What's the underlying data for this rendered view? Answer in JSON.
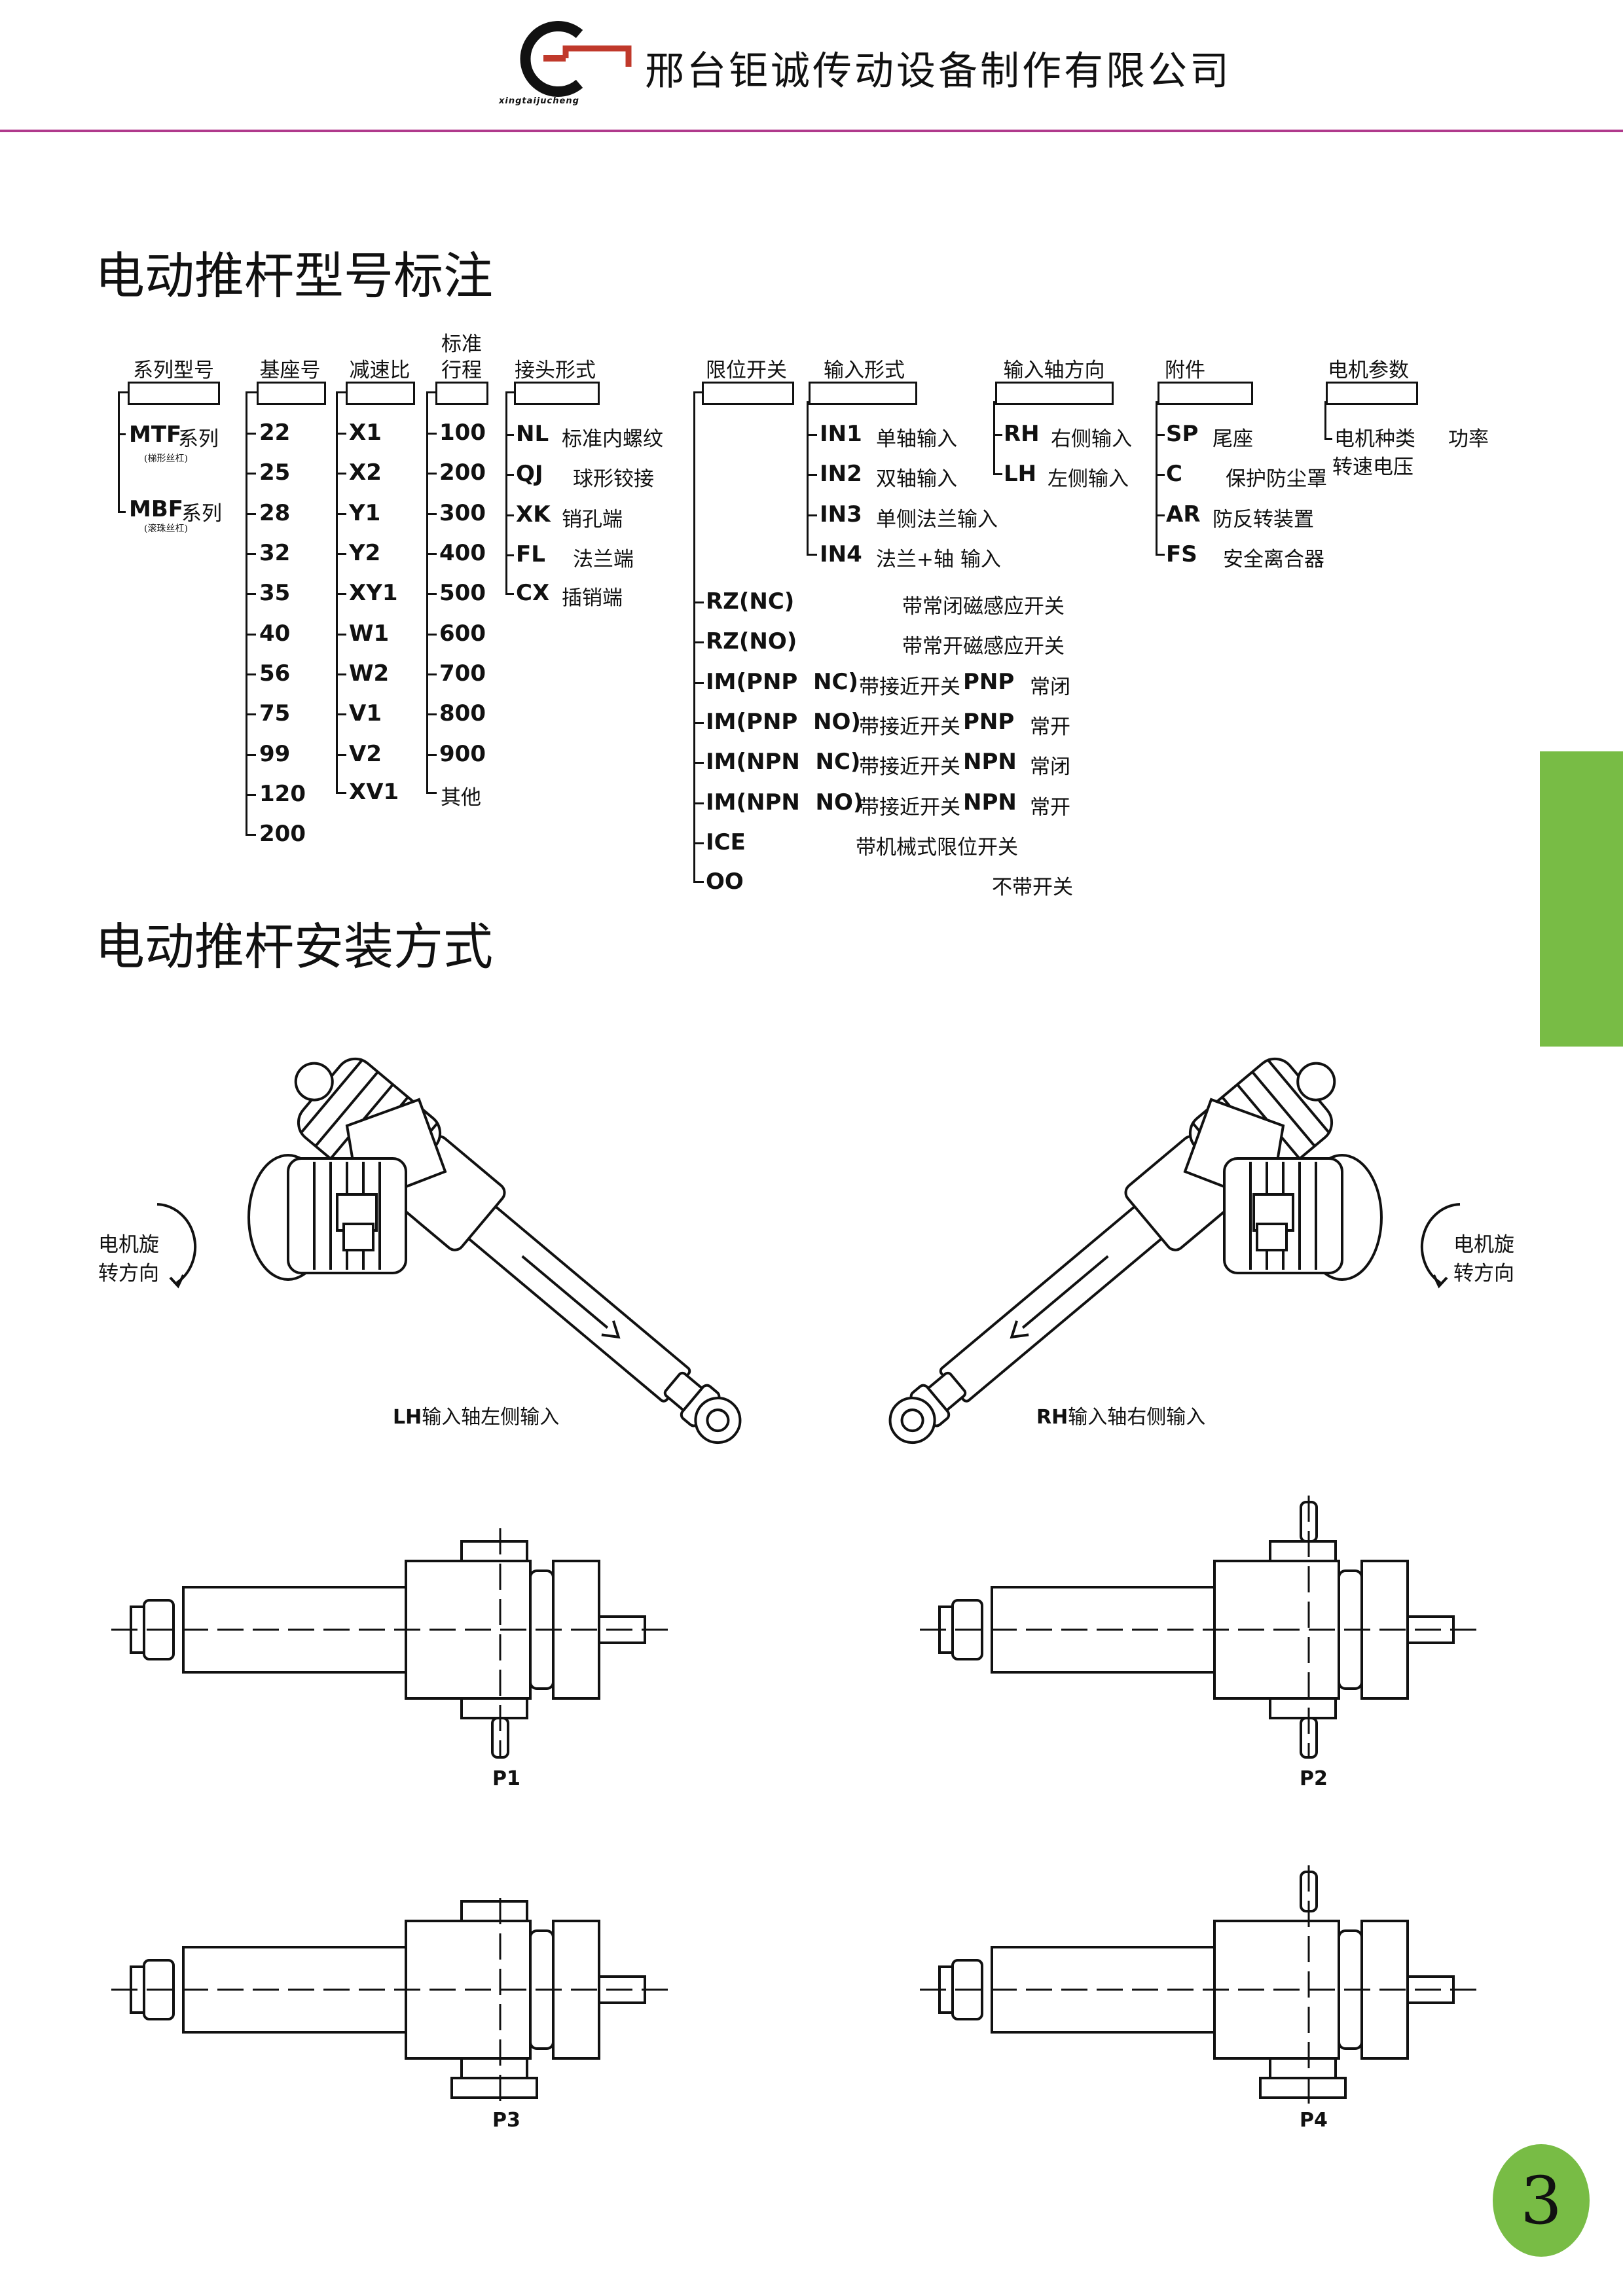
{
  "header": {
    "company": "邢台钜诚传动设备制作有限公司",
    "logo_sub": "xingtaijucheng"
  },
  "section1_title": "电动推杆型号标注",
  "section2_title": "电动推杆安装方式",
  "model_columns": {
    "series": {
      "header": "系列型号",
      "items": [
        {
          "code": "MTF",
          "label": "系列",
          "sub": "(梯形丝杠)"
        },
        {
          "code": "MBF",
          "label": "系列",
          "sub": "(滚珠丝杠)"
        }
      ]
    },
    "base": {
      "header": "基座号",
      "items": [
        "22",
        "25",
        "28",
        "32",
        "35",
        "40",
        "56",
        "75",
        "99",
        "120",
        "200"
      ]
    },
    "ratio": {
      "header": "减速比",
      "items": [
        "X1",
        "X2",
        "Y1",
        "Y2",
        "XY1",
        "W1",
        "W2",
        "V1",
        "V2",
        "XV1"
      ]
    },
    "stroke": {
      "header_line1": "标准",
      "header_line2": "行程",
      "items": [
        "100",
        "200",
        "300",
        "400",
        "500",
        "600",
        "700",
        "800",
        "900"
      ],
      "other": "其他"
    },
    "joint": {
      "header": "接头形式",
      "items": [
        {
          "code": "NL",
          "desc": "标准内螺纹"
        },
        {
          "code": "QJ",
          "desc": "球形铰接"
        },
        {
          "code": "XK",
          "desc": "销孔端"
        },
        {
          "code": "FL",
          "desc": "法兰端"
        },
        {
          "code": "CX",
          "desc": "插销端"
        }
      ]
    },
    "limit": {
      "header": "限位开关",
      "items": [
        {
          "code": "RZ(NC)",
          "desc": "带常闭磁感应开关"
        },
        {
          "code": "RZ(NO)",
          "desc": "带常开磁感应开关"
        },
        {
          "code": "IM(PNP  NC)",
          "desc": "带接近开关",
          "type": "PNP",
          "state": "常闭"
        },
        {
          "code": "IM(PNP  NO)",
          "desc": "带接近开关",
          "type": "PNP",
          "state": "常开"
        },
        {
          "code": "IM(NPN  NC)",
          "desc": "带接近开关",
          "type": "NPN",
          "state": "常闭"
        },
        {
          "code": "IM(NPN  NO)",
          "desc": "带接近开关",
          "type": "NPN",
          "state": "常开"
        },
        {
          "code": "ICE",
          "desc": "带机械式限位开关"
        },
        {
          "code": "OO",
          "desc": "不带开关"
        }
      ]
    },
    "input": {
      "header": "输入形式",
      "items": [
        {
          "code": "IN1",
          "desc": "单轴输入"
        },
        {
          "code": "IN2",
          "desc": "双轴输入"
        },
        {
          "code": "IN3",
          "desc": "单侧法兰输入"
        },
        {
          "code": "IN4",
          "desc": "法兰+轴  输入"
        }
      ]
    },
    "direction": {
      "header": "输入轴方向",
      "items": [
        {
          "code": "RH",
          "desc": "右侧输入"
        },
        {
          "code": "LH",
          "desc": "左侧输入"
        }
      ]
    },
    "accessory": {
      "header": "附件",
      "items": [
        {
          "code": "SP",
          "desc": "尾座"
        },
        {
          "code": "C",
          "desc": "保护防尘罩"
        },
        {
          "code": "AR",
          "desc": "防反转装置"
        },
        {
          "code": "FS",
          "desc": "安全离合器"
        }
      ]
    },
    "motor": {
      "header": "电机参数",
      "line1": "电机种类",
      "line1b": "功率",
      "line2": "转速电压"
    }
  },
  "install": {
    "lh_code": "LH",
    "lh_desc": "输入轴左侧输入",
    "rh_code": "RH",
    "rh_desc": "输入轴右侧输入",
    "rotation_line1": "电机旋",
    "rotation_line2": "转方向",
    "views": [
      "P1",
      "P2",
      "P3",
      "P4"
    ]
  },
  "page_number": "3",
  "colors": {
    "accent_green": "#78bc45",
    "rule_purple": "#b03a8c",
    "logo_red": "#c0392b"
  }
}
